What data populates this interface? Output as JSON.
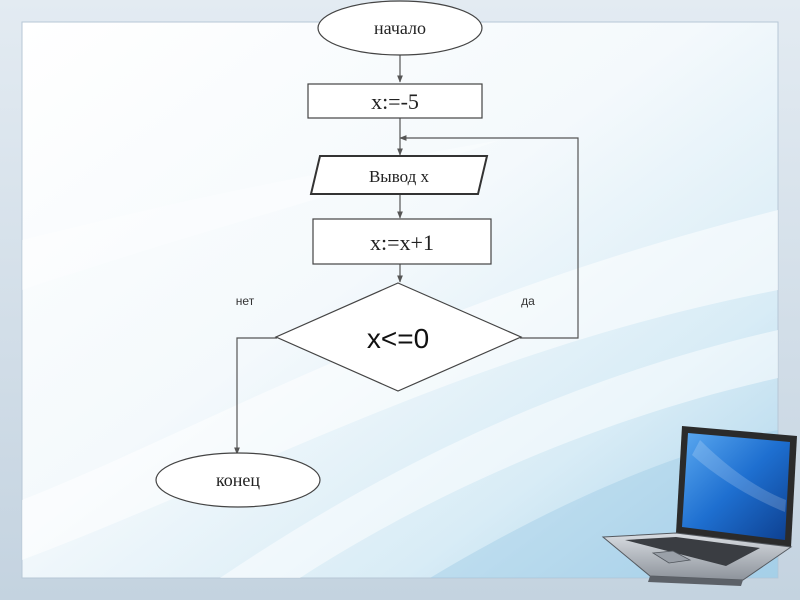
{
  "flowchart": {
    "start": {
      "label": "начало"
    },
    "init": {
      "label": "x:=-5"
    },
    "output": {
      "label": "Вывод x"
    },
    "increment": {
      "label": "x:=x+1"
    },
    "condition": {
      "label": "x<=0"
    },
    "branch_no": {
      "label": "нет"
    },
    "branch_yes": {
      "label": "да"
    },
    "end": {
      "label": "конец"
    }
  },
  "colors": {
    "frame_outer": "#cfdbe6",
    "background_blue": "#c9e4f2",
    "shape_stroke": "#444444",
    "shape_fill": "#ffffff",
    "connector": "#555555",
    "laptop_screen": "#1e6fd0",
    "laptop_body": "#2b2b2b"
  },
  "icons": {
    "laptop": "laptop-icon"
  }
}
